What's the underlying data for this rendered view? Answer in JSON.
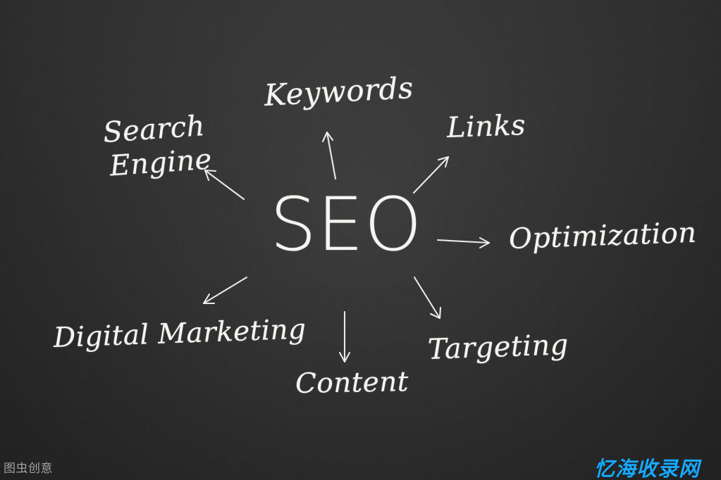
{
  "main": {
    "center": "SEO",
    "keywords": "Keywords",
    "links": "Links",
    "search_engine_line1": "Search",
    "search_engine_line2": "Engine",
    "optimization": "Optimization",
    "digital_marketing": "Digital Marketing",
    "content": "Content",
    "targeting": "Targeting"
  },
  "watermarks": {
    "left": "图虫创意",
    "right": "忆海收录网"
  },
  "colors": {
    "chalkboard": "#2f2f2f",
    "chalk": "#f5f5f2",
    "right_watermark": "#18a8ff"
  }
}
